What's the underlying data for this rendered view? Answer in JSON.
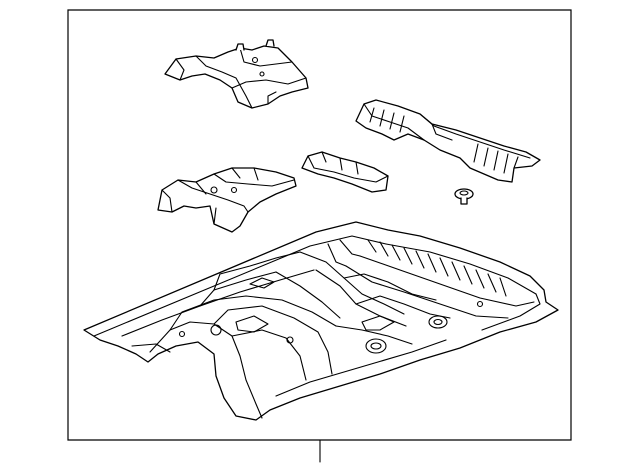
{
  "diagram": {
    "kind": "exploded parts diagram",
    "colors": {
      "line": "#000000",
      "background": "#ffffff"
    },
    "parts": [
      {
        "id": "upper-crossmember-bracket"
      },
      {
        "id": "rear-seat-crossmember"
      },
      {
        "id": "front-seat-bracket"
      },
      {
        "id": "small-floor-reinforcement"
      },
      {
        "id": "plug-grommet"
      },
      {
        "id": "floor-pan"
      }
    ]
  }
}
